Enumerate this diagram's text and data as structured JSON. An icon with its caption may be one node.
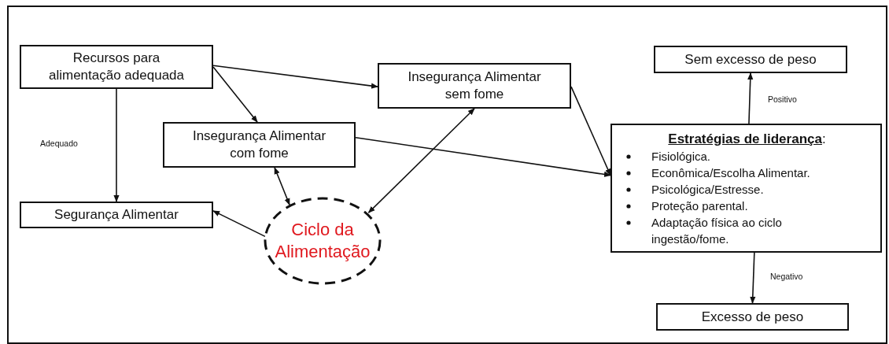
{
  "diagram": {
    "nodes": [
      {
        "text": [
          "Recursos para alimentação adequada"
        ]
      },
      {
        "text": [
          "Insegurança Alimentar sem fome"
        ]
      },
      {
        "text": [
          "Sem excesso de peso"
        ]
      },
      {
        "text": [
          "Insegurança Alimentar com fome"
        ]
      },
      {
        "text": [
          "**Estratégias de liderança**:",
          "Fisiológica.",
          "Econômica/Escolha Alimentar.",
          "Psicológica/Estresse.",
          "Proteção parental.",
          "Adaptação física ao ciclo ingestão/fome."
        ]
      },
      {
        "text": [
          "Segurança Alimentar"
        ]
      },
      {
        "text": [
          "Ciclo da Alimentação"
        ]
      },
      {
        "text": [
          "Excesso de peso"
        ]
      }
    ],
    "edges": [
      {
        "from": 0,
        "to": 1,
        "arrow": "to"
      },
      {
        "from": 0,
        "to": 3,
        "arrow": "to"
      },
      {
        "from": 0,
        "to": 5,
        "arrow": "to",
        "label": "Adequado"
      },
      {
        "from": 3,
        "to": 4,
        "arrow": "to"
      },
      {
        "from": 1,
        "to": 4,
        "arrow": "to"
      },
      {
        "from": 6,
        "to": 3,
        "arrow": "both"
      },
      {
        "from": 6,
        "to": 1,
        "arrow": "both"
      },
      {
        "from": 6,
        "to": 5,
        "arrow": "to"
      },
      {
        "from": 4,
        "to": 2,
        "arrow": "to",
        "label": "Positivo"
      },
      {
        "from": 4,
        "to": 7,
        "arrow": "to",
        "label": "Negativo"
      }
    ]
  }
}
